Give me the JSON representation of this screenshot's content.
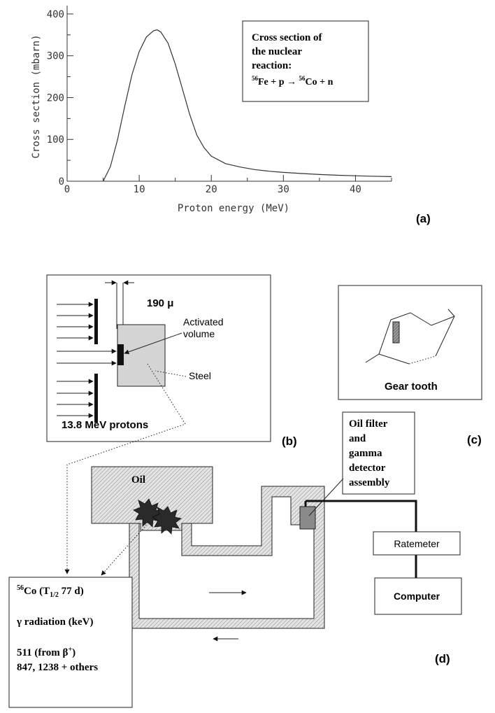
{
  "panels": {
    "a": "(a)",
    "b": "(b)",
    "c": "(c)",
    "d": "(d)"
  },
  "chart_data": {
    "type": "line",
    "xlabel": "Proton energy (MeV)",
    "ylabel": "Cross section (mbarn)",
    "xlim": [
      0,
      45
    ],
    "ylim": [
      0,
      420
    ],
    "x_ticks": [
      "0",
      "10",
      "20",
      "30",
      "40"
    ],
    "y_ticks": [
      "0",
      "100",
      "200",
      "300",
      "400"
    ],
    "grid": false,
    "series": [
      {
        "x": [
          5,
          6,
          7,
          8,
          9,
          10,
          11,
          12,
          12.5,
          13,
          14,
          15,
          16,
          17,
          18,
          19,
          20,
          22,
          24,
          26,
          28,
          30,
          32,
          35,
          38,
          40,
          42,
          45
        ],
        "y": [
          0,
          35,
          100,
          180,
          255,
          310,
          345,
          360,
          362,
          357,
          330,
          280,
          220,
          160,
          110,
          80,
          60,
          42,
          34,
          28,
          24,
          21,
          19,
          16,
          14,
          13,
          12,
          11
        ]
      }
    ],
    "annotation": {
      "line1": "Cross section of",
      "line2": "the nuclear",
      "line3": "reaction:",
      "eq_sup1": "56",
      "eq_fe": "Fe + p → ",
      "eq_sup2": "56",
      "eq_co": "Co + n"
    }
  },
  "panel_b": {
    "thickness": "190 μ",
    "activated_line1": "Activated",
    "activated_line2": "volume",
    "steel": "Steel",
    "protons": "13.8 MeV protons"
  },
  "panel_c": {
    "gear_tooth": "Gear tooth"
  },
  "panel_d": {
    "oil": "Oil",
    "filter_line1": "Oil filter",
    "filter_line2": "and",
    "filter_line3": "gamma",
    "filter_line4": "detector",
    "filter_line5": "assembly",
    "ratemeter": "Ratemeter",
    "computer": "Computer",
    "co_sup": "56",
    "co_main": "Co (T",
    "co_sub": "1/2",
    "co_tail": " 77 d)",
    "gamma": "γ radiation (keV)",
    "line511a": "511 (from β",
    "line511sup": "+",
    "line511b": ")",
    "line847": "847, 1238 + others"
  }
}
